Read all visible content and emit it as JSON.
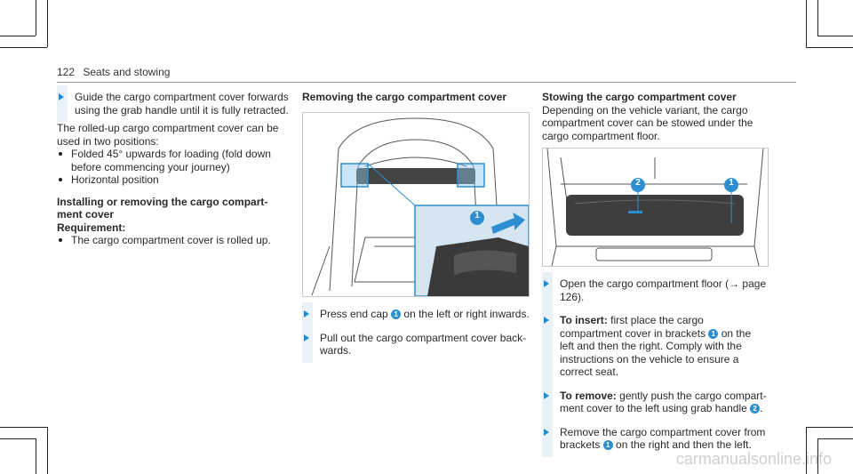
{
  "header": {
    "page_number": "122",
    "section": "Seats and stowing"
  },
  "left_col": {
    "step1": "Guide the cargo compartment cover forwards using the grab handle until it is fully retracted.",
    "intro": "The rolled-up cargo compartment cover can be used in two positions:",
    "bullets": [
      "Folded 45° upwards for loading (fold down before commencing your journey)",
      "Horizontal position"
    ],
    "heading_line1": "Installing or removing the cargo compart-",
    "heading_line2": "ment cover",
    "requirement_label": "Requirement:",
    "requirement_bullet": "The cargo compartment cover is rolled up."
  },
  "mid_col": {
    "heading": "Removing the cargo compartment cover",
    "callout_1": "1",
    "step1_a": "Press end cap",
    "step1_num": "1",
    "step1_b": "on the left or right inwards.",
    "step2": "Pull out the cargo compartment cover back-wards."
  },
  "right_col": {
    "heading": "Stowing the cargo compartment cover",
    "intro": "Depending on the vehicle variant, the cargo compartment cover can be stowed under the cargo compartment floor.",
    "callout_1": "1",
    "callout_2": "2",
    "step1": "Open the cargo compartment floor (→ page 126).",
    "step2_label": "To insert:",
    "step2_a": "first place the cargo compartment cover in brackets",
    "step2_num": "1",
    "step2_b": "on the left and then the right. Comply with the instructions on the vehicle to ensure a correct seat.",
    "step3_label": "To remove:",
    "step3_a": "gently push the cargo compart-ment cover to the left using grab handle",
    "step3_num": "2",
    "step3_b": ".",
    "step4_a": "Remove the cargo compartment cover from brackets",
    "step4_num": "1",
    "step4_b": "on the right and then the left."
  },
  "footer": {
    "watermark": "carmanualsonline.info"
  },
  "colors": {
    "accent": "#2d8ed1",
    "step_bg": "#e8f1f6",
    "highlight": "#2d8ed1"
  }
}
